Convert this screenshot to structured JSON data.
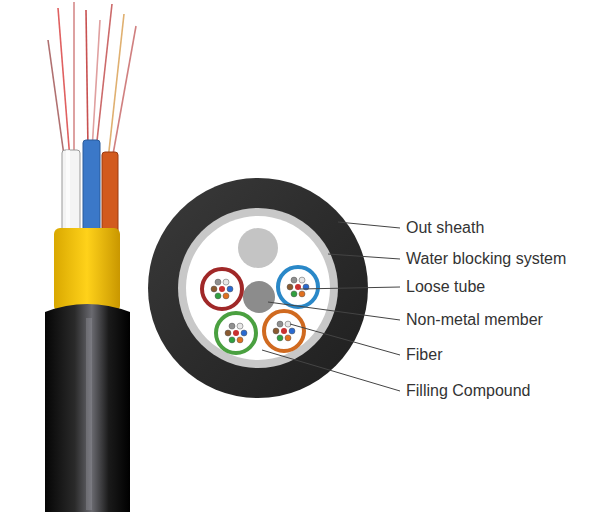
{
  "diagram": {
    "labels": [
      "Out sheath",
      "Water blocking system",
      "Loose tube",
      "Non-metal member",
      "Fiber",
      "Filling Compound"
    ]
  }
}
